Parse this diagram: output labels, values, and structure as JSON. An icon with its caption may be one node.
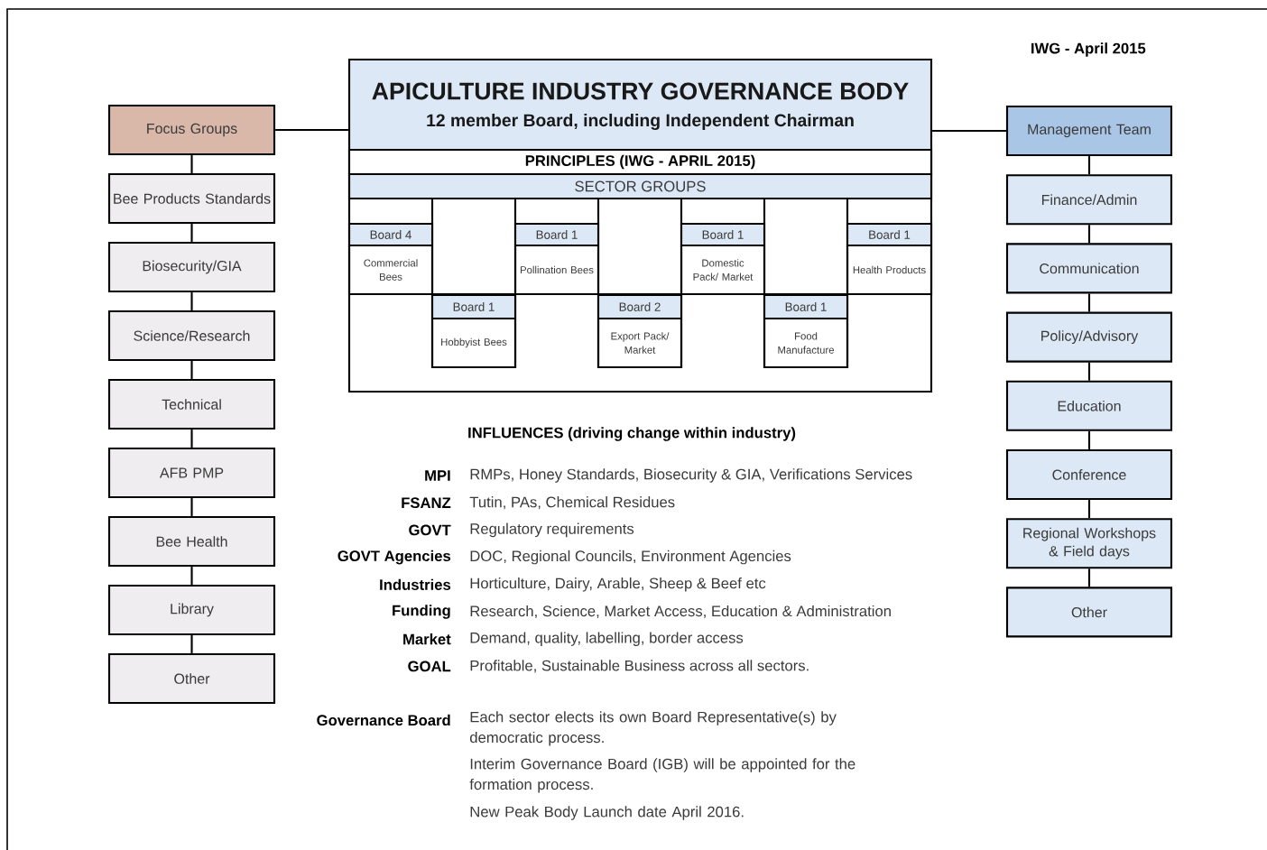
{
  "diagram": {
    "title": "APICULTURE INDUSTRY GOVERNANCE BODY",
    "nodes": [
      {
        "text": [
          "12 member Board, including Independent Chairman"
        ]
      },
      {
        "text": [
          "PRINCIPLES (IWG - APRIL 2015)"
        ],
        "in": 0
      },
      {
        "text": [
          "SECTOR GROUPS"
        ],
        "in": 0
      },
      {
        "text": [
          "Board 4",
          "Commercial Bees"
        ],
        "in": 0
      },
      {
        "text": [
          "Board 1",
          "Pollination Bees"
        ],
        "in": 0
      },
      {
        "text": [
          "Board 1",
          "Domestic Pack/ Market"
        ],
        "in": 0
      },
      {
        "text": [
          "Board 1",
          "Health Products"
        ],
        "in": 0
      },
      {
        "text": [
          "Board 1",
          "Hobbyist Bees"
        ],
        "in": 0
      },
      {
        "text": [
          "Board 2",
          "Export Pack/ Market"
        ],
        "in": 0
      },
      {
        "text": [
          "Board 1",
          "Food Manufacture"
        ],
        "in": 0
      },
      {
        "text": [
          "Focus Groups"
        ]
      },
      {
        "text": [
          "Bee Products Standards"
        ]
      },
      {
        "text": [
          "Biosecurity/GIA"
        ]
      },
      {
        "text": [
          "Science/Research"
        ]
      },
      {
        "text": [
          "Technical"
        ]
      },
      {
        "text": [
          "AFB PMP"
        ]
      },
      {
        "text": [
          "Bee Health"
        ]
      },
      {
        "text": [
          "Library"
        ]
      },
      {
        "text": [
          "Other"
        ]
      },
      {
        "text": [
          "Management Team"
        ]
      },
      {
        "text": [
          "Finance/Admin"
        ]
      },
      {
        "text": [
          "Communication"
        ]
      },
      {
        "text": [
          "Policy/Advisory"
        ]
      },
      {
        "text": [
          "Education"
        ]
      },
      {
        "text": [
          "Conference"
        ]
      },
      {
        "text": [
          "Regional Workshops & Field days"
        ]
      },
      {
        "text": [
          "Other"
        ]
      }
    ],
    "edges": [
      {
        "from": 0,
        "to": 10,
        "arrow": "none"
      },
      {
        "from": 10,
        "to": 11,
        "arrow": "none"
      },
      {
        "from": 11,
        "to": 12,
        "arrow": "none"
      },
      {
        "from": 12,
        "to": 13,
        "arrow": "none"
      },
      {
        "from": 13,
        "to": 14,
        "arrow": "none"
      },
      {
        "from": 14,
        "to": 15,
        "arrow": "none"
      },
      {
        "from": 15,
        "to": 16,
        "arrow": "none"
      },
      {
        "from": 16,
        "to": 17,
        "arrow": "none"
      },
      {
        "from": 17,
        "to": 18,
        "arrow": "none"
      },
      {
        "from": 0,
        "to": 19,
        "arrow": "none"
      },
      {
        "from": 19,
        "to": 20,
        "arrow": "none"
      },
      {
        "from": 20,
        "to": 21,
        "arrow": "none"
      },
      {
        "from": 21,
        "to": 22,
        "arrow": "none"
      },
      {
        "from": 22,
        "to": 23,
        "arrow": "none"
      },
      {
        "from": 23,
        "to": 24,
        "arrow": "none"
      },
      {
        "from": 24,
        "to": 25,
        "arrow": "none"
      },
      {
        "from": 25,
        "to": 26,
        "arrow": "none"
      }
    ],
    "labels": [
      "IWG - April 2015",
      "INFLUENCES (driving change within industry)",
      "MPI",
      "RMPs, Honey Standards, Biosecurity & GIA, Verifications Services",
      "FSANZ",
      "Tutin, PAs, Chemical Residues",
      "GOVT",
      "Regulatory requirements",
      "GOVT Agencies",
      "DOC, Regional Councils, Environment Agencies",
      "Industries",
      "Horticulture, Dairy, Arable, Sheep & Beef etc",
      "Funding",
      "Research, Science, Market Access, Education & Administration",
      "Market",
      "Demand, quality, labelling, border access",
      "GOAL",
      "Profitable, Sustainable Business across all sectors.",
      "Governance Board",
      "Each sector elects its own Board Representative(s) by democratic process.",
      "Interim Governance Board (IGB) will be appointed for the formation process.",
      "New Peak Body Launch date April 2016."
    ]
  }
}
